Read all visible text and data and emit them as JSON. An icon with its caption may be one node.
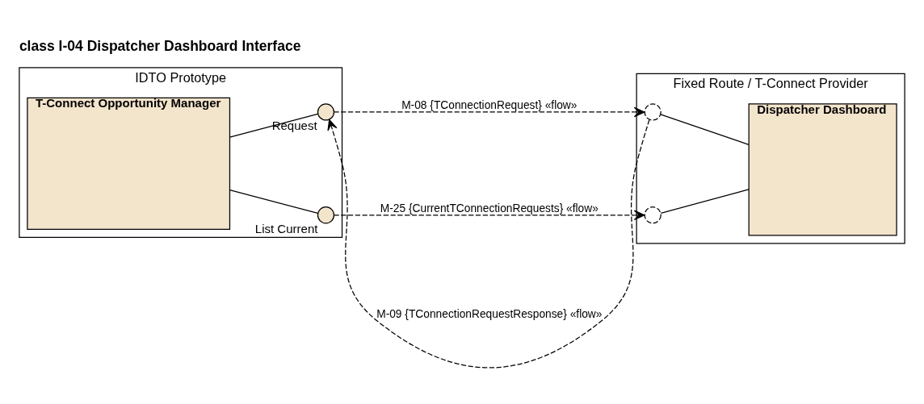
{
  "diagram": {
    "title": "class I-04 Dispatcher Dashboard Interface",
    "nodes": [
      {
        "text": [
          "IDTO Prototype"
        ]
      },
      {
        "text": [
          "T-Connect Opportunity Manager"
        ],
        "in": 0
      },
      {
        "text": [],
        "shape": "circle",
        "beside": [
          "Request"
        ],
        "in": 0
      },
      {
        "text": [],
        "shape": "circle",
        "beside": [
          "List Current"
        ],
        "in": 0
      },
      {
        "text": [
          "Fixed Route / T-Connect Provider"
        ]
      },
      {
        "text": [
          "Dispatcher Dashboard"
        ],
        "in": 4
      },
      {
        "text": [],
        "shape": "socket",
        "in": 4
      },
      {
        "text": [],
        "shape": "socket",
        "in": 4
      }
    ],
    "edges": [
      {
        "from": 1,
        "to": 2,
        "arrow": "none"
      },
      {
        "from": 6,
        "to": 2,
        "arrow": "to",
        "style": "dashed",
        "label": "M-09 {TConnectionRequestResponse} «flow»"
      },
      {
        "from": 2,
        "to": 6,
        "arrow": "to",
        "style": "dashed",
        "label": "M-08 {TConnectionRequest} «flow»"
      },
      {
        "from": 5,
        "to": 6,
        "arrow": "none"
      },
      {
        "from": 1,
        "to": 3,
        "arrow": "none"
      },
      {
        "from": 3,
        "to": 7,
        "arrow": "to",
        "style": "dashed",
        "label": "M-25 {CurrentTConnectionRequests} «flow»"
      },
      {
        "from": 5,
        "to": 7,
        "arrow": "none"
      }
    ]
  }
}
